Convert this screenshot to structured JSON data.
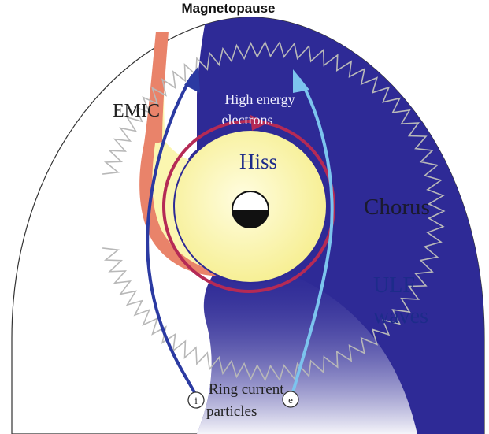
{
  "labels": {
    "magnetopause": "Magnetopause",
    "emic": "EMIC",
    "high_energy_line1": "High energy",
    "high_energy_line2": "electrons",
    "hiss": "Hiss",
    "chorus": "Chorus",
    "ulf_line1": "ULF",
    "ulf_line2": "waves",
    "ring_current_line1": "Ring current",
    "ring_current_line2": "particles",
    "ion_marker": "i",
    "electron_marker": "e"
  },
  "colors": {
    "chorus_region": "#2e2a96",
    "plasmasphere": "#fbf6b0",
    "emic_band": "#e9836a",
    "ion_path": "#2b3aa2",
    "electron_path": "#7cc4ee",
    "drift_ring": "#b52a55",
    "outline": "#333333",
    "wavy_boundary": "#b8b8b8",
    "text_dark": "#222222",
    "text_light": "#ffffff",
    "text_blue": "#1d2b8a"
  }
}
